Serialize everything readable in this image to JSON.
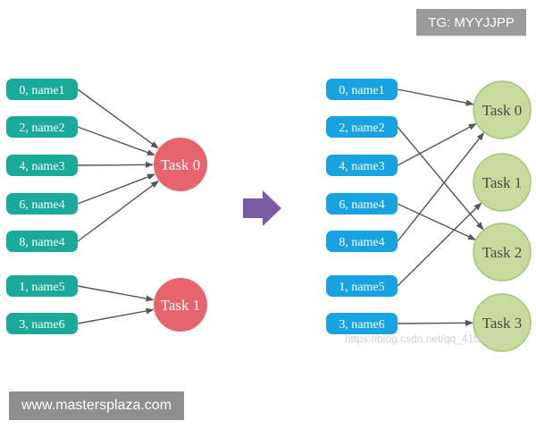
{
  "left_diagram": {
    "records": [
      {
        "id": "l0",
        "label": "0, name1"
      },
      {
        "id": "l2",
        "label": "2, name2"
      },
      {
        "id": "l4",
        "label": "4, name3"
      },
      {
        "id": "l6",
        "label": "6, name4"
      },
      {
        "id": "l8",
        "label": "8, name4"
      },
      {
        "id": "l1",
        "label": "1, name5"
      },
      {
        "id": "l3",
        "label": "3, name6"
      }
    ],
    "tasks": [
      {
        "id": "lt0",
        "label": "Task 0"
      },
      {
        "id": "lt1",
        "label": "Task 1"
      }
    ],
    "edges": [
      [
        "l0",
        "lt0"
      ],
      [
        "l2",
        "lt0"
      ],
      [
        "l4",
        "lt0"
      ],
      [
        "l6",
        "lt0"
      ],
      [
        "l8",
        "lt0"
      ],
      [
        "l1",
        "lt1"
      ],
      [
        "l3",
        "lt1"
      ]
    ],
    "record_color": "#1aaa9a",
    "task_color": "#e8646d"
  },
  "right_diagram": {
    "records": [
      {
        "id": "r0",
        "label": "0, name1"
      },
      {
        "id": "r2",
        "label": "2, name2"
      },
      {
        "id": "r4",
        "label": "4, name3"
      },
      {
        "id": "r6",
        "label": "6, name4"
      },
      {
        "id": "r8",
        "label": "8, name4"
      },
      {
        "id": "r1",
        "label": "1, name5"
      },
      {
        "id": "r3",
        "label": "3, name6"
      }
    ],
    "tasks": [
      {
        "id": "rt0",
        "label": "Task 0"
      },
      {
        "id": "rt1",
        "label": "Task 1"
      },
      {
        "id": "rt2",
        "label": "Task 2"
      },
      {
        "id": "rt3",
        "label": "Task 3"
      }
    ],
    "edges": [
      [
        "r0",
        "rt0"
      ],
      [
        "r4",
        "rt0"
      ],
      [
        "r8",
        "rt0"
      ],
      [
        "r1",
        "rt1"
      ],
      [
        "r2",
        "rt2"
      ],
      [
        "r6",
        "rt2"
      ],
      [
        "r3",
        "rt3"
      ]
    ],
    "record_color": "#17a3e2",
    "task_color": "#c5dc9c",
    "task_stroke": "#a6c47a"
  },
  "arrow_color": "#7b5aa6",
  "edge_color": "#555555",
  "watermarks": {
    "tg": "TG: MYYJJPP",
    "site": "www.mastersplaza.com",
    "blog": "https://blog.csdn.net/qq_41544550"
  }
}
